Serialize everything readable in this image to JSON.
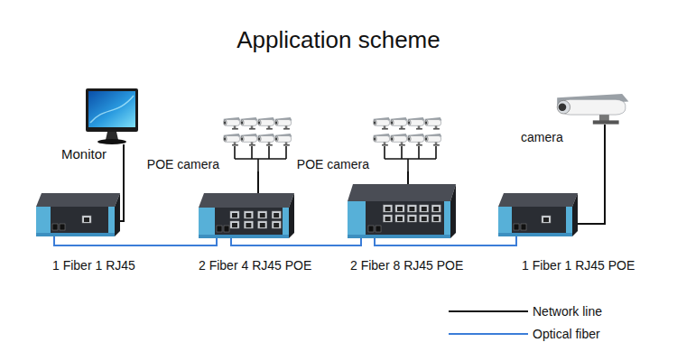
{
  "diagram": {
    "title": "Application scheme",
    "nodes": [
      {
        "text": [
          "Monitor"
        ]
      },
      {
        "text": [
          "POE camera"
        ]
      },
      {
        "text": [
          "POE camera"
        ]
      },
      {
        "text": [
          "camera"
        ]
      },
      {
        "text": [
          "1 Fiber 1 RJ45"
        ]
      },
      {
        "text": [
          "2 Fiber 4 RJ45 POE"
        ]
      },
      {
        "text": [
          "2 Fiber 8 RJ45 POE"
        ]
      },
      {
        "text": [
          "1 Fiber 1 RJ45 POE"
        ]
      }
    ],
    "edges": [
      {
        "from": 0,
        "to": 4,
        "arrow": "none"
      },
      {
        "from": 1,
        "to": 5,
        "arrow": "none"
      },
      {
        "from": 2,
        "to": 6,
        "arrow": "none"
      },
      {
        "from": 3,
        "to": 7,
        "arrow": "none"
      },
      {
        "from": 4,
        "to": 5,
        "arrow": "none"
      },
      {
        "from": 5,
        "to": 6,
        "arrow": "none"
      },
      {
        "from": 6,
        "to": 7,
        "arrow": "none"
      }
    ],
    "legend": [
      {
        "text": "Network line"
      },
      {
        "text": "Optical fiber"
      }
    ]
  }
}
